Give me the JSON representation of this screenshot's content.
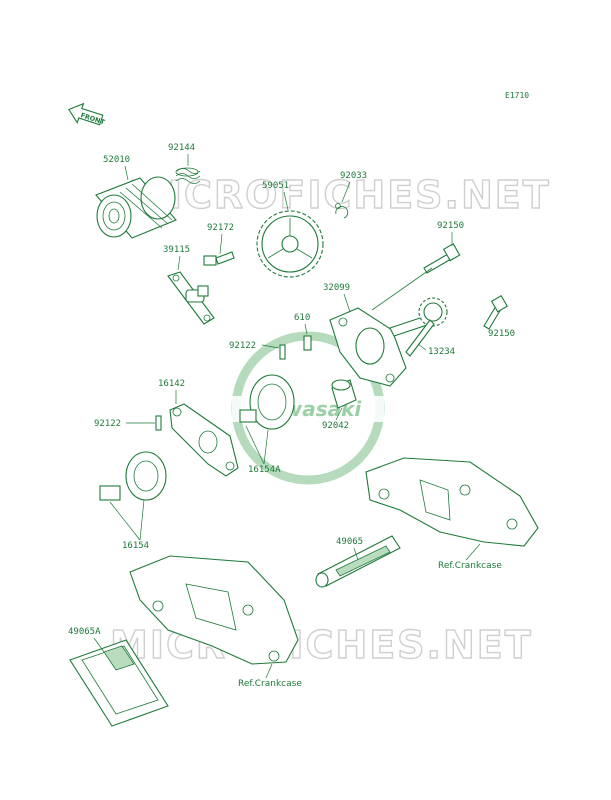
{
  "diagram_code": "E1710",
  "front_label": "FRONT",
  "watermark": [
    "MICROFICHES.NET",
    "MICROFICHES.NET"
  ],
  "brand": "Kawasaki",
  "colors": {
    "line": "#1e7a3a",
    "watermark": "#cfcfcf",
    "logo": "#9ccfa6"
  },
  "parts": {
    "p52010": "52010",
    "p92144": "92144",
    "p59051": "59051",
    "p92033": "92033",
    "p92172": "92172",
    "p39115": "39115",
    "p92150a": "92150",
    "p32099": "32099",
    "p610": "610",
    "p92150b": "92150",
    "p92122a": "92122",
    "p13234": "13234",
    "p16142": "16142",
    "p92042": "92042",
    "p92122b": "92122",
    "p16154A": "16154A",
    "p16154": "16154",
    "p49065": "49065",
    "p49065A": "49065A"
  },
  "refs": {
    "crankcase_right": "Ref.Crankcase",
    "crankcase_bottom": "Ref.Crankcase"
  }
}
